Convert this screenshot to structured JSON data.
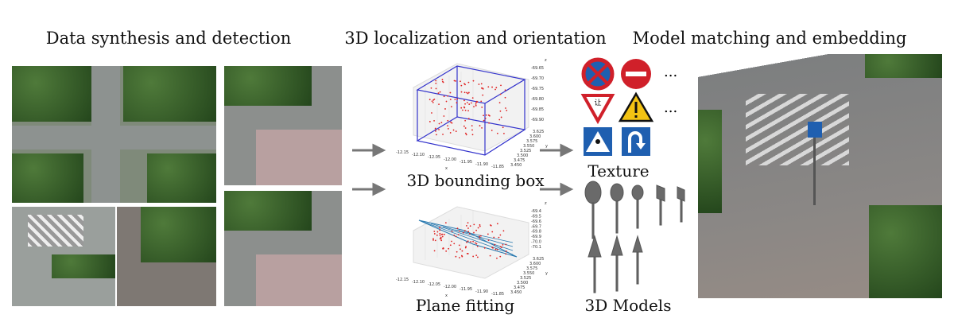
{
  "sections": {
    "detection": "Data synthesis and detection",
    "localization": "3D localization and orientation",
    "matching": "Model matching and embedding"
  },
  "labels": {
    "bbox": "3D bounding box",
    "plane": "Plane fitting",
    "texture": "Texture",
    "models": "3D Models",
    "ellipsis1": "...",
    "ellipsis2": "..."
  },
  "colors": {
    "box": "#3333cc",
    "plane": "#2a7ab0",
    "points": "#e02020",
    "sign_blue": "#1f5fb0",
    "sign_red": "#d0202a",
    "sign_yellow": "#f3c313"
  },
  "chart_data": [
    {
      "type": "scatter",
      "title": "3D bounding box",
      "xlabel": "x",
      "ylabel": "y",
      "zlabel": "z",
      "xticks": [
        "-12.15",
        "-12.10",
        "-12.05",
        "-12.00",
        "-11.95",
        "-11.90",
        "-11.85"
      ],
      "yticks": [
        "3.450",
        "3.475",
        "3.500",
        "3.525",
        "3.550",
        "3.575",
        "3.600",
        "3.625"
      ],
      "zticks": [
        "-69.65",
        "-69.70",
        "-69.75",
        "-69.80",
        "-69.85",
        "-69.90"
      ]
    },
    {
      "type": "scatter",
      "title": "Plane fitting",
      "xlabel": "x",
      "ylabel": "y",
      "zlabel": "z",
      "xticks": [
        "-12.15",
        "-12.10",
        "-12.05",
        "-12.00",
        "-11.95",
        "-11.90",
        "-11.85"
      ],
      "yticks": [
        "3.450",
        "3.475",
        "3.500",
        "3.525",
        "3.550",
        "3.575",
        "3.600",
        "3.625"
      ],
      "zticks": [
        "-69.4",
        "-69.5",
        "-69.6",
        "-69.7",
        "-69.8",
        "-69.9",
        "-70.0",
        "-70.1"
      ]
    }
  ]
}
